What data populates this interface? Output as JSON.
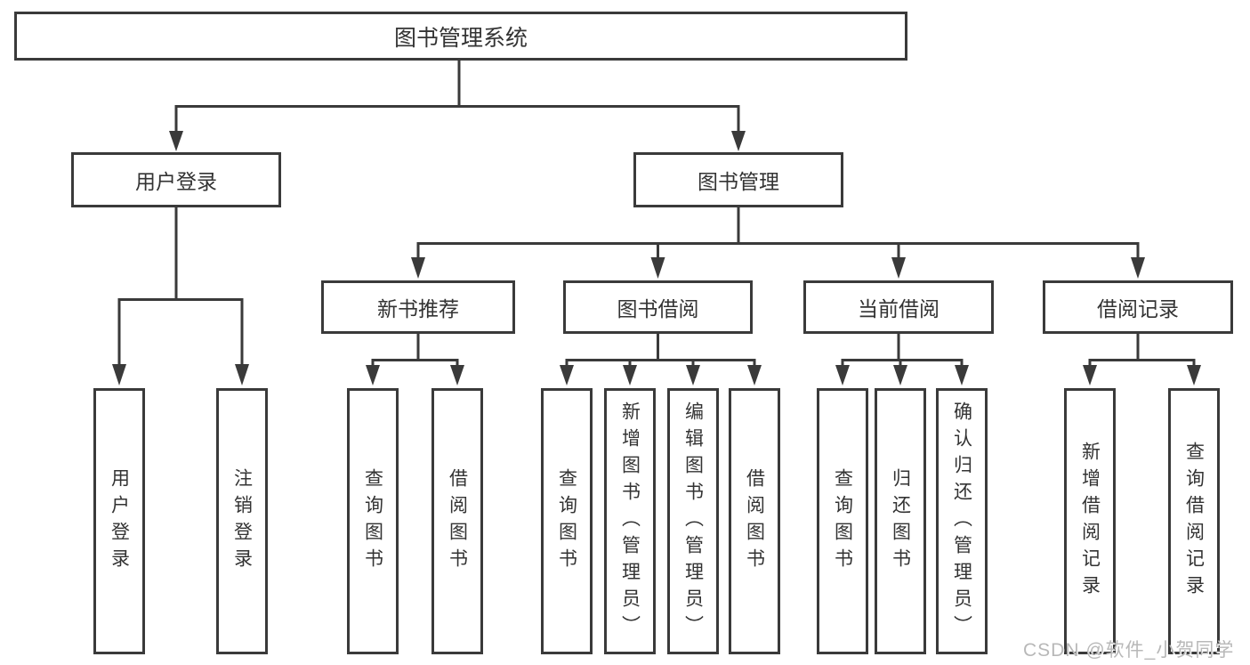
{
  "diagram": {
    "root": {
      "label": "图书管理系统",
      "children": [
        {
          "label": "用户登录",
          "children": [
            {
              "label": "用户登录"
            },
            {
              "label": "注销登录"
            }
          ]
        },
        {
          "label": "图书管理",
          "children": [
            {
              "label": "新书推荐",
              "children": [
                {
                  "label": "查询图书"
                },
                {
                  "label": "借阅图书"
                }
              ]
            },
            {
              "label": "图书借阅",
              "children": [
                {
                  "label": "查询图书"
                },
                {
                  "label": "新增图书（管理员）"
                },
                {
                  "label": "编辑图书（管理员）"
                },
                {
                  "label": "借阅图书"
                }
              ]
            },
            {
              "label": "当前借阅",
              "children": [
                {
                  "label": "查询图书"
                },
                {
                  "label": "归还图书"
                },
                {
                  "label": "确认归还（管理员）"
                }
              ]
            },
            {
              "label": "借阅记录",
              "children": [
                {
                  "label": "新增借阅记录"
                },
                {
                  "label": "查询借阅记录"
                }
              ]
            }
          ]
        }
      ]
    }
  },
  "watermark": "CSDN @软件_小贺同学",
  "colors": {
    "line": "#3a3a3a",
    "text": "#333333",
    "box_bg": "#ffffff",
    "watermark": "#b8b8b8"
  }
}
